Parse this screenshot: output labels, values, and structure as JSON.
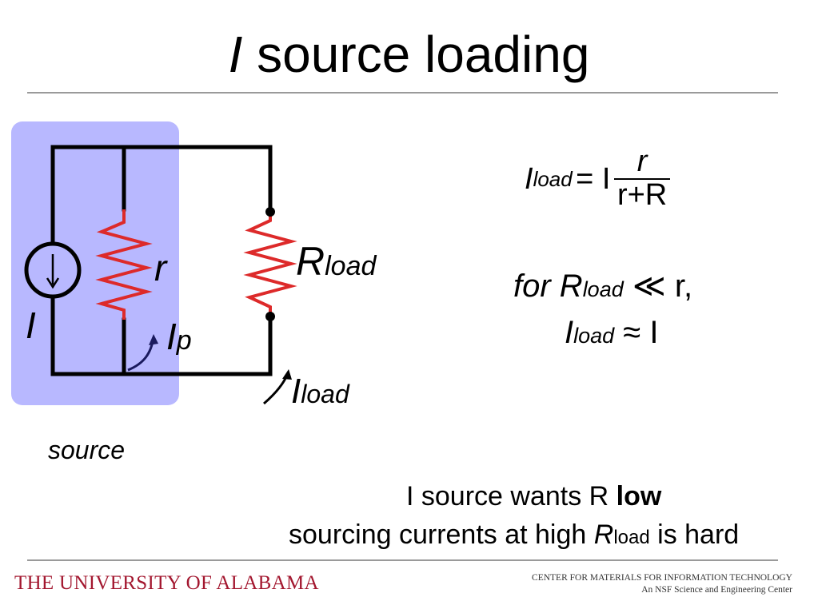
{
  "title": {
    "italic_part": "I",
    "rest": "source loading"
  },
  "circuit": {
    "label_r": "r",
    "label_I": "I",
    "label_Ip_main": "I",
    "label_Ip_sub": "p",
    "label_Rload_main": "R",
    "label_Rload_sub": "load",
    "label_Iload_main": "I",
    "label_Iload_sub": "load",
    "box_caption": "source"
  },
  "equation": {
    "lhs_main": "I",
    "lhs_sub": "load",
    "equals": "= I",
    "numerator": "r",
    "denominator": "r+R"
  },
  "condition": {
    "line1_for": "for R",
    "line1_sub": "load",
    "line1_rest": "≪ r,",
    "line2_main": "I",
    "line2_sub": "load",
    "line2_rest": "≈ I"
  },
  "notes": {
    "line1_text": "I source wants R ",
    "line1_bold": "low",
    "line2_pre": "sourcing currents at high ",
    "line2_R": "R",
    "line2_sub": "load",
    "line2_post": " is hard"
  },
  "footer": {
    "university": "THE UNIVERSITY OF ALABAMA",
    "center_line1": "CENTER FOR MATERIALS FOR INFORMATION TECHNOLOGY",
    "center_line2": "An NSF Science and Engineering Center"
  },
  "colors": {
    "source_box": "#b8b8ff",
    "resistor": "#dd2a2a",
    "arrow": "#1a1a5e",
    "university": "#a3172f",
    "rule": "#9a9a9a"
  }
}
